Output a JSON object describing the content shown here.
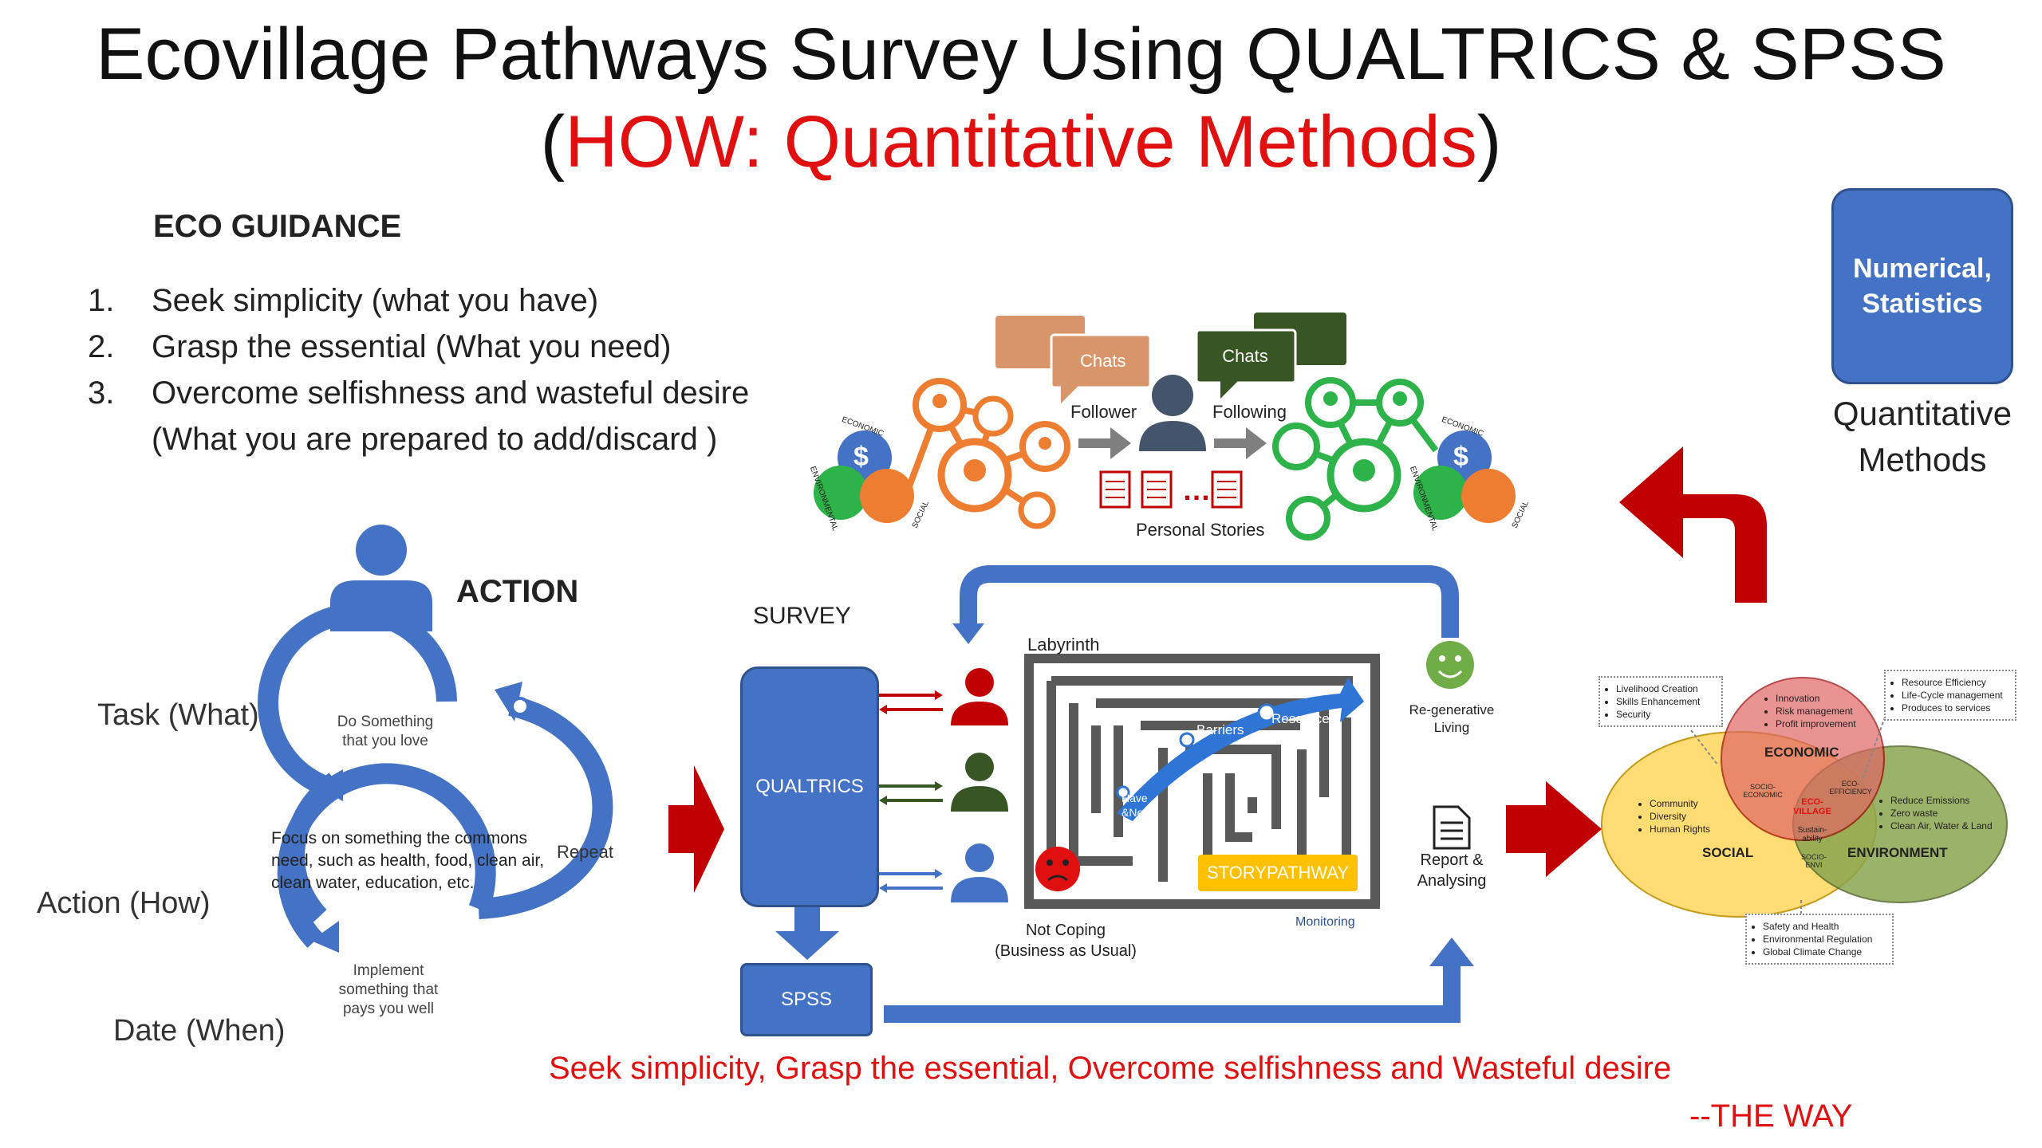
{
  "title": {
    "line1": "Ecovillage Pathways Survey Using QUALTRICS & SPSS",
    "line2_open": "(",
    "line2_red": "HOW: Quantitative Methods",
    "line2_close": ")"
  },
  "guidance": {
    "heading": "ECO GUIDANCE",
    "items": [
      {
        "num": "1.",
        "text": "Seek simplicity (what you have)"
      },
      {
        "num": "2.",
        "text": "Grasp the essential (What you need)"
      },
      {
        "num": "3.",
        "text": "Overcome selfishness and wasteful desire (What you are prepared to add/discard )"
      }
    ]
  },
  "network": {
    "chats_left": "Chats",
    "chats_right": "Chats",
    "follower": "Follower",
    "following": "Following",
    "stories_dots": "…",
    "personal_stories": "Personal Stories",
    "globe_labels": {
      "economic": "ECONOMIC",
      "environmental": "ENVIRONMENTAL",
      "social": "SOCIAL",
      "currency": "$"
    }
  },
  "action_cycle": {
    "action": "ACTION",
    "task": "Task (What)",
    "action_how": "Action (How)",
    "date": "Date (When)",
    "step1": "Do Something that you love",
    "step2": "Focus on something the commons need, such as health, food, clean air, clean water, education, etc.",
    "step3": "Implement something that pays you well",
    "repeat": "Repeat"
  },
  "survey": {
    "label": "SURVEY",
    "qualtrics": "QUALTRICS",
    "spss": "SPSS",
    "labyrinth": "Labyrinth",
    "barriers": "Barriers",
    "resources": "Resources",
    "have_need": "Have &Need",
    "storypathway": "STORYPATHWAY",
    "not_coping": "Not Coping",
    "business_as_usual": "(Business as Usual)",
    "monitoring": "Monitoring",
    "regen_line1": "Re-generative",
    "regen_line2": "Living",
    "report_line1": "Report &",
    "report_line2": "Analysing"
  },
  "quant": {
    "box": "Numerical, Statistics",
    "label_line1": "Quantitative",
    "label_line2": "Methods"
  },
  "venn": {
    "economic": "ECONOMIC",
    "social": "SOCIAL",
    "environment": "ENVIRONMENT",
    "socio_economic": "SOCIO-ECONOMIC",
    "eco_efficiency": "ECO-EFFICIENCY",
    "socio_envi": "SOCIO-ENVI",
    "eco_village": "ECO-VILLAGE",
    "sustainability": "Sustain-ability",
    "economic_items": [
      "Innovation",
      "Risk management",
      "Profit improvement"
    ],
    "social_items": [
      "Community",
      "Diversity",
      "Human Rights"
    ],
    "environment_items": [
      "Reduce Emissions",
      "Zero waste",
      "Clean Air, Water & Land"
    ],
    "box_tl": [
      "Livelihood Creation",
      "Skills Enhancement",
      "Security"
    ],
    "box_tr": [
      "Resource Efficiency",
      "Life-Cycle management",
      "Produces to services"
    ],
    "box_bottom": [
      "Safety and Health",
      "Environmental Regulation",
      "Global Climate Change"
    ]
  },
  "footer": {
    "line": "Seek simplicity, Grasp the essential, Overcome selfishness and Wasteful desire",
    "way": "--THE WAY"
  },
  "colors": {
    "title_red": "#e01010",
    "blue": "#4472c4",
    "dark_red": "#c00000",
    "orange": "#ed7d31",
    "green": "#2eb24a",
    "dark_green": "#375623",
    "yellow": "#ffc000"
  }
}
